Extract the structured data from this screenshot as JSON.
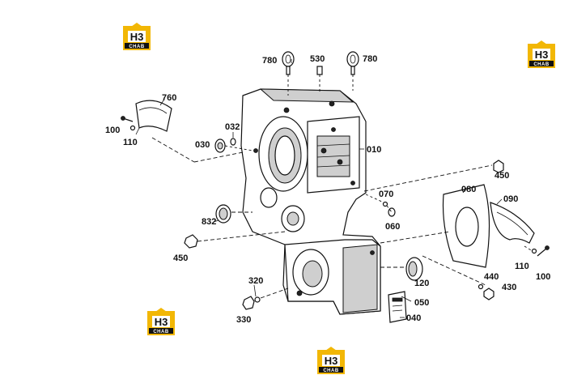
{
  "logo": {
    "primary": "H3",
    "secondary": "CHAB",
    "accent_color": "#f2b705"
  },
  "callouts": {
    "c780_left": "780",
    "c530": "530",
    "c780_right": "780",
    "c760": "760",
    "c032": "032",
    "c100_left": "100",
    "c110_left": "110",
    "c030": "030",
    "c010": "010",
    "c450_right": "450",
    "c080": "080",
    "c070": "070",
    "c090": "090",
    "c060": "060",
    "c832": "832",
    "c450_left": "450",
    "c110_right": "110",
    "c100_right": "100",
    "c320": "320",
    "c440": "440",
    "c430": "430",
    "c120": "120",
    "c050": "050",
    "c330": "330",
    "c040": "040"
  }
}
